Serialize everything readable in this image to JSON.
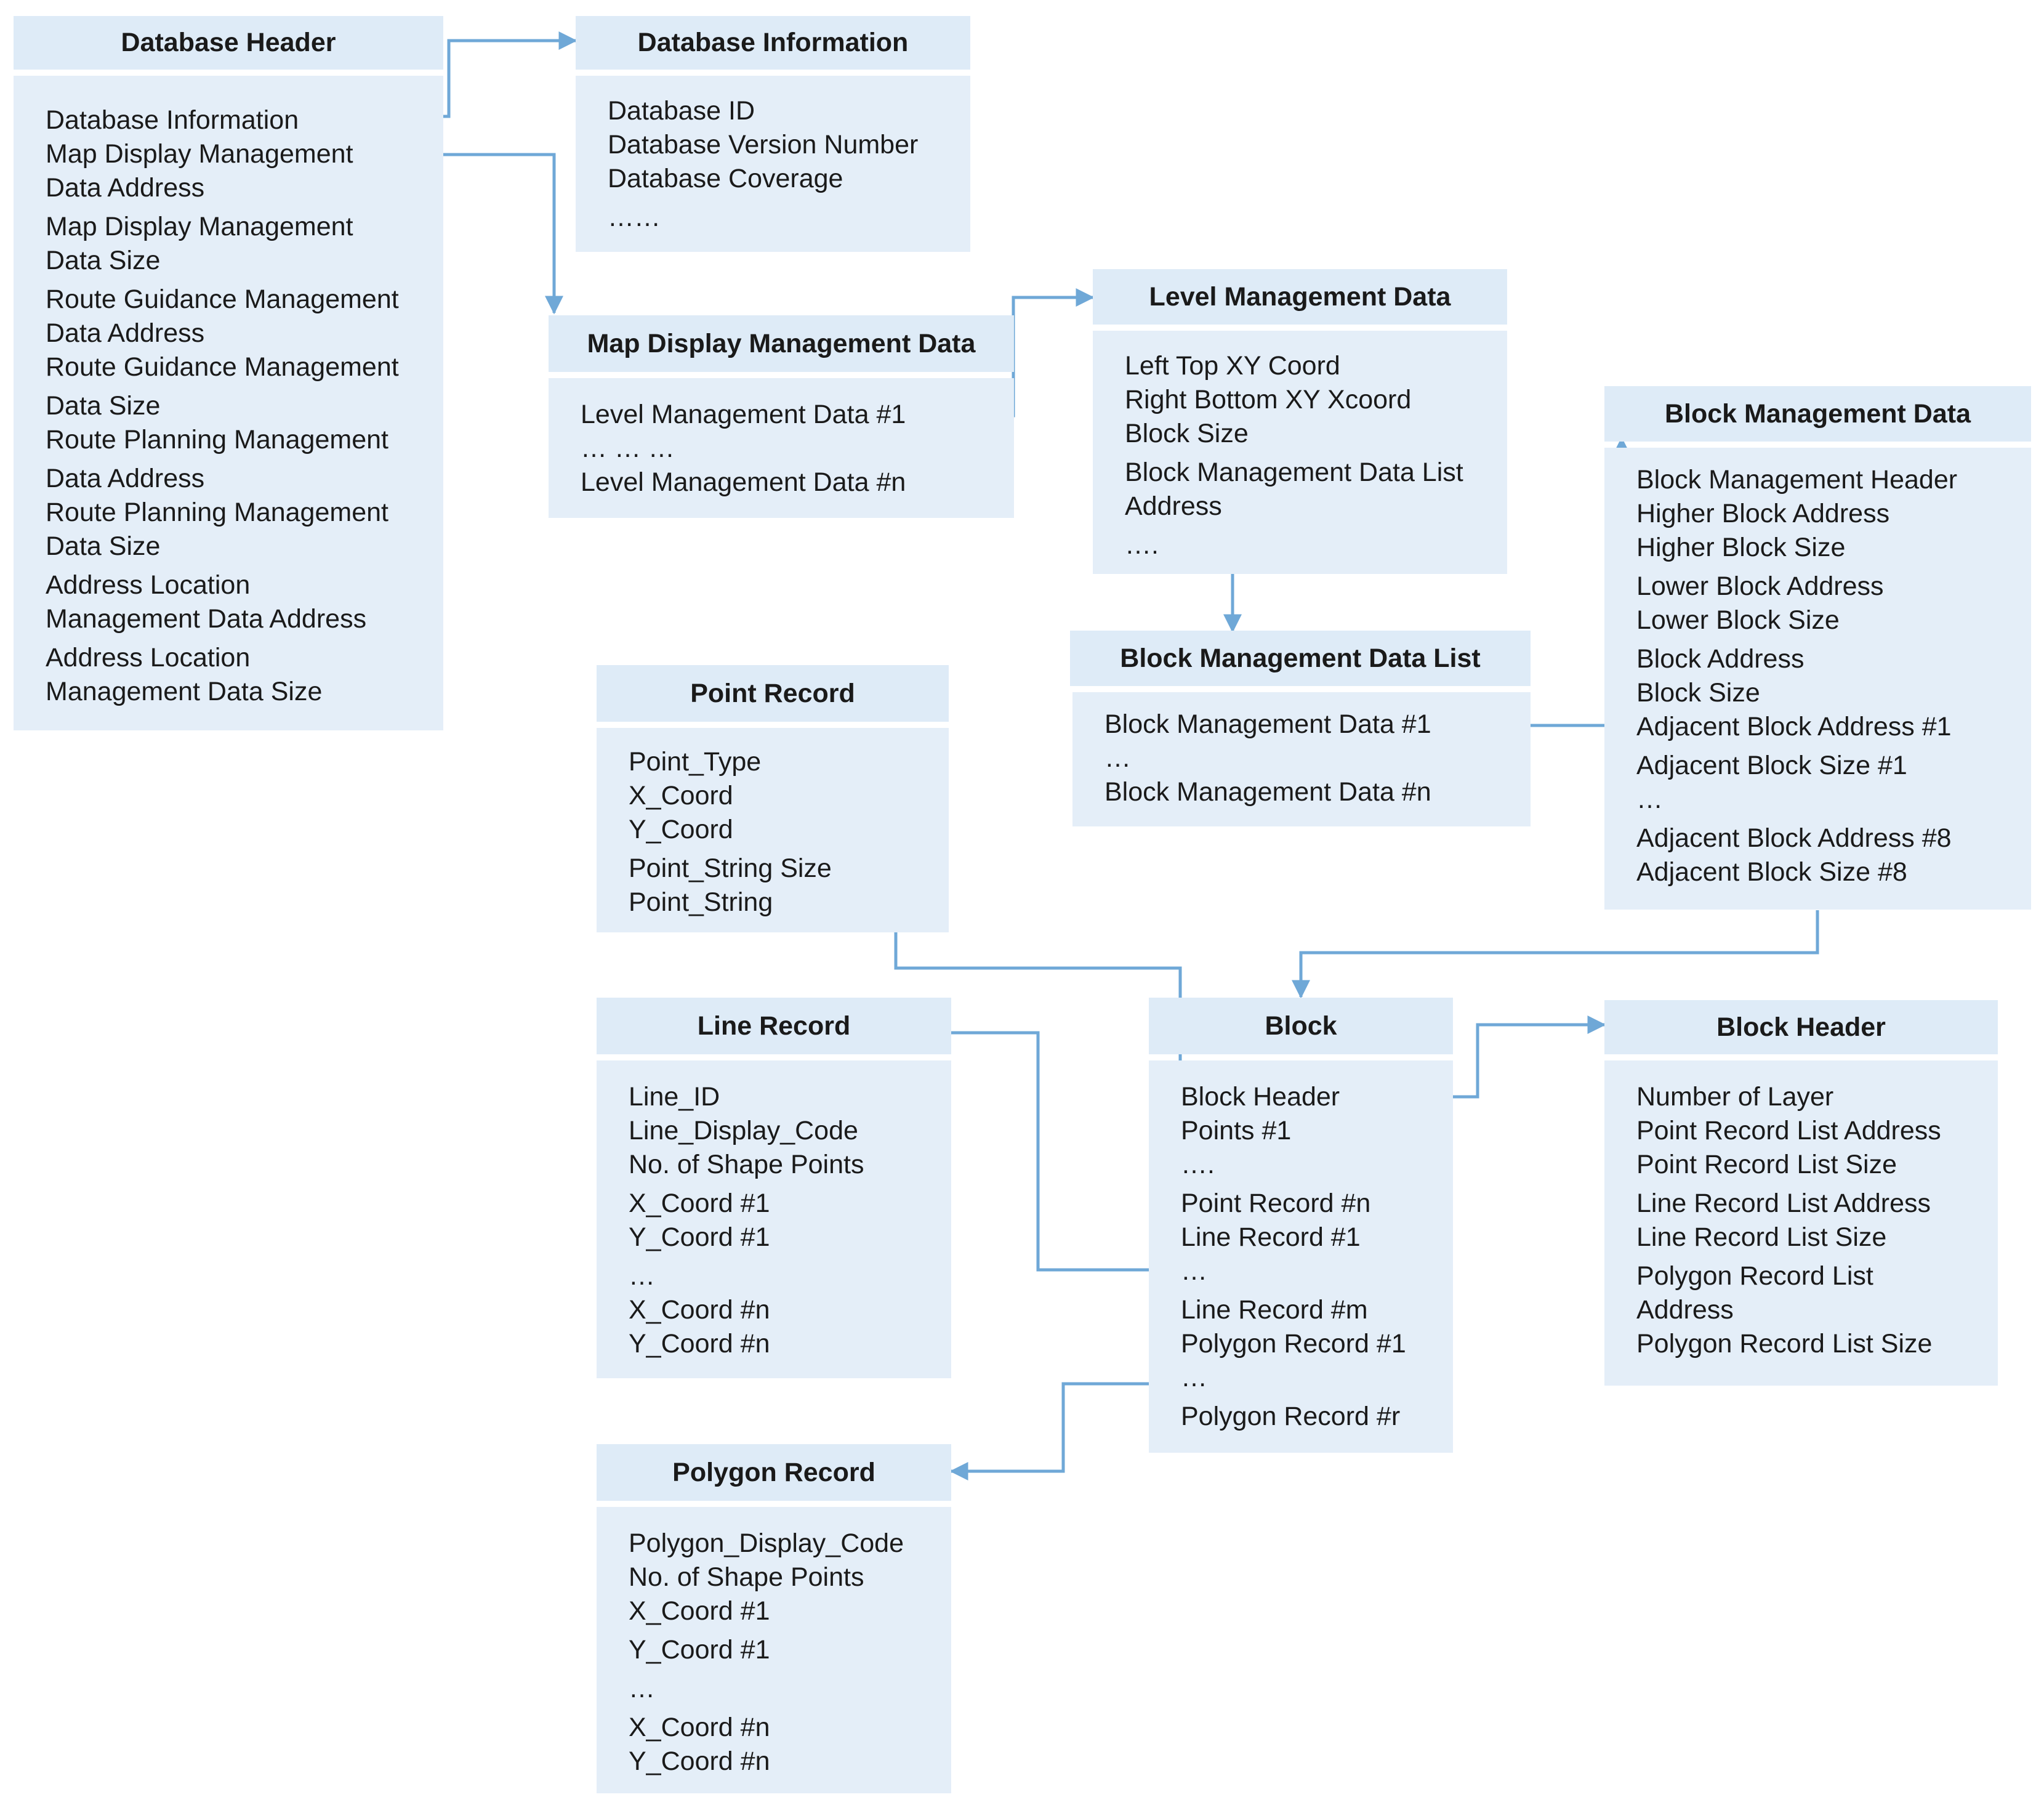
{
  "boxes": {
    "database_header": {
      "title": "Database Header",
      "items": [
        "Database Information",
        "Map Display Management",
        "Data Address",
        "Map Display Management",
        "Data Size",
        "Route Guidance Management",
        "Data Address",
        "Route Guidance Management",
        "Data Size",
        "Route Planning Management",
        "Data Address",
        "Route Planning Management",
        "Data Size",
        "Address Location",
        "Management Data Address",
        "Address Location",
        "Management Data Size"
      ]
    },
    "database_information": {
      "title": "Database Information",
      "items": [
        "Database ID",
        "Database Version Number",
        "Database Coverage",
        "……"
      ]
    },
    "map_display_management_data": {
      "title": "Map Display Management Data",
      "items": [
        "Level Management Data #1",
        "… … …",
        "Level Management Data #n"
      ]
    },
    "level_management_data": {
      "title": "Level Management Data",
      "items": [
        "Left Top XY Coord",
        "Right Bottom XY Xcoord",
        "Block Size",
        "Block Management Data List",
        "Address",
        "…."
      ]
    },
    "block_management_data_list": {
      "title": "Block Management Data List",
      "items": [
        "Block Management Data #1",
        "…",
        "Block Management Data #n"
      ]
    },
    "block_management_data": {
      "title": "Block Management Data",
      "items": [
        "Block Management Header",
        "Higher Block Address",
        "Higher Block Size",
        "Lower Block Address",
        "Lower Block Size",
        "Block Address",
        "Block Size",
        "Adjacent Block Address #1",
        "Adjacent Block Size #1",
        "…",
        "Adjacent Block Address #8",
        "Adjacent Block Size #8"
      ]
    },
    "point_record": {
      "title": "Point Record",
      "items": [
        "Point_Type",
        "X_Coord",
        "Y_Coord",
        "Point_String Size",
        "Point_String"
      ]
    },
    "line_record": {
      "title": "Line Record",
      "items": [
        "Line_ID",
        "Line_Display_Code",
        "No. of Shape Points",
        "X_Coord #1",
        "Y_Coord #1",
        "…",
        "X_Coord #n",
        "Y_Coord #n"
      ]
    },
    "block": {
      "title": "Block",
      "items": [
        "Block Header",
        "Points #1",
        "….",
        "Point Record #n",
        "Line Record #1",
        "…",
        "Line Record #m",
        "Polygon Record #1",
        "…",
        "Polygon Record #r"
      ]
    },
    "block_header": {
      "title": "Block Header",
      "items": [
        "Number of Layer",
        "Point Record List Address",
        "Point Record List Size",
        "Line Record List Address",
        "Line Record List Size",
        "Polygon Record List",
        "Address",
        "Polygon Record List Size"
      ]
    },
    "polygon_record": {
      "title": "Polygon Record",
      "items": [
        "Polygon_Display_Code",
        "No. of Shape Points",
        "X_Coord #1",
        "Y_Coord #1",
        "…",
        "X_Coord #n",
        "Y_Coord #n"
      ]
    }
  },
  "colors": {
    "header_fill": "#deebf7",
    "body_fill": "#e4eef8",
    "connector": "#6fa8d7"
  }
}
